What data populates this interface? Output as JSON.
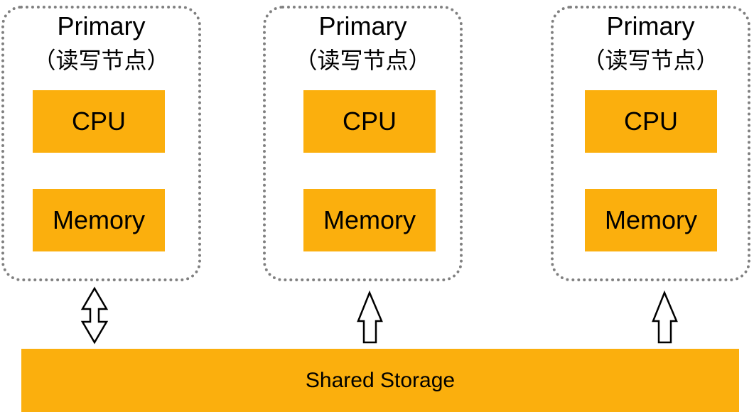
{
  "nodes": [
    {
      "title": "Primary",
      "subtitle": "（读写节点）",
      "cpu": "CPU",
      "memory": "Memory",
      "link": "bidirectional"
    },
    {
      "title": "Primary",
      "subtitle": "（读写节点）",
      "cpu": "CPU",
      "memory": "Memory",
      "link": "up"
    },
    {
      "title": "Primary",
      "subtitle": "（读写节点）",
      "cpu": "CPU",
      "memory": "Memory",
      "link": "up"
    }
  ],
  "storage": {
    "label": "Shared Storage"
  },
  "colors": {
    "block": "#FBAF0D",
    "border": "#808080"
  }
}
